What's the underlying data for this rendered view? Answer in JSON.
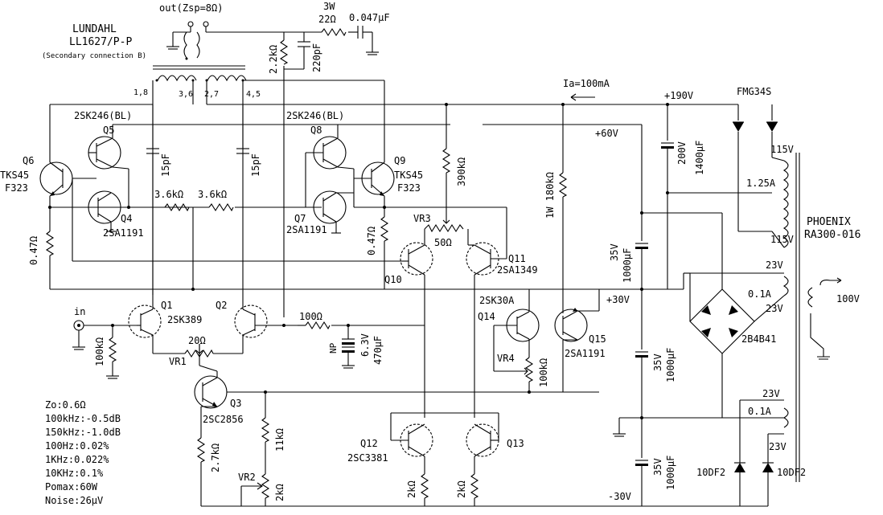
{
  "title": "",
  "output": {
    "label": "out(Zsp=8Ω)"
  },
  "transformer": {
    "maker": "LUNDAHL",
    "model": "LL1627/P-P",
    "note": "(Secondary connection B)",
    "pins": [
      "1,8",
      "3,6",
      "2,7",
      "4,5"
    ]
  },
  "power_transformer": {
    "maker": "PHOENIX",
    "model": "RA300-016",
    "primary": "100V"
  },
  "components": {
    "q1": "Q1",
    "q1_part": "2SK389",
    "q2": "Q2",
    "q3": "Q3",
    "q3_part": "2SC2856",
    "q4": "Q4",
    "q4_part": "2SA1191",
    "q5": "Q5",
    "q5_part": "2SK246(BL)",
    "q6": "Q6",
    "q6_part1": "TKS45",
    "q6_part2": "F323",
    "q7": "Q7",
    "q7_part": "2SA1191",
    "q8": "Q8",
    "q8_part": "2SK246(BL)",
    "q9": "Q9",
    "q9_part1": "TKS45",
    "q9_part2": "F323",
    "q10": "Q10",
    "q11": "Q11",
    "q11_part": "2SA1349",
    "q12": "Q12",
    "q12_part": "2SC3381",
    "q13": "Q13",
    "q14": "Q14",
    "q14_part": "2SK30A",
    "q15": "Q15",
    "q15_part": "2SA1191",
    "vr1": "VR1",
    "vr2": "VR2",
    "vr3": "VR3",
    "vr4": "VR4",
    "d_fmg": "FMG34S",
    "d_bridge": "2B4B41",
    "d_10df2a": "10DF2",
    "d_10df2b": "10DF2"
  },
  "values": {
    "r_3w": "3W",
    "r_22": "22Ω",
    "c_047": "0.047μF",
    "r_2k2": "2.2kΩ",
    "c_220p": "220pF",
    "c_15p_a": "15pF",
    "c_15p_b": "15pF",
    "r_3k6_a": "3.6kΩ",
    "r_3k6_b": "3.6kΩ",
    "r_047_a": "0.47Ω",
    "r_047_b": "0.47Ω",
    "r_390k": "390kΩ",
    "r_50": "50Ω",
    "r_180k": "1W 180kΩ",
    "r_100k_in": "100kΩ",
    "r_20": "20Ω",
    "r_100": "100Ω",
    "c_np": "NP",
    "c_63v": "6.3V",
    "c_470u": "470μF",
    "r_100k_vr4": "100kΩ",
    "r_2k7": "2.7kΩ",
    "r_11k": "11kΩ",
    "r_2k_vr2": "2kΩ",
    "r_2k_a": "2kΩ",
    "r_2k_b": "2kΩ",
    "c_200v": "200V",
    "c_1400u": "1400μF",
    "c_35v_a": "35V",
    "c_1000u_a": "1000μF",
    "c_35v_b": "35V",
    "c_1000u_b": "1000μF",
    "c_35v_c": "35V",
    "c_1000u_c": "1000μF"
  },
  "rails": {
    "v190": "+190V",
    "v60": "+60V",
    "v30": "+30V",
    "vm30": "-30V",
    "ia": "Ia=100mA",
    "in_label": "in"
  },
  "windings": {
    "w115a": "115V",
    "w125a": "1.25A",
    "w115b": "115V",
    "w23a": "23V",
    "w01a": "0.1A",
    "w23b": "23V",
    "w23c": "23V",
    "w01b": "0.1A",
    "w23d": "23V"
  },
  "specs": [
    "Zo:0.6Ω",
    "100kHz:-0.5dB",
    "150kHz:-1.0dB",
    "100Hz:0.02%",
    "1KHz:0.022%",
    "10KHz:0.1%",
    "Pomax:60W",
    "Noise:26μV"
  ]
}
